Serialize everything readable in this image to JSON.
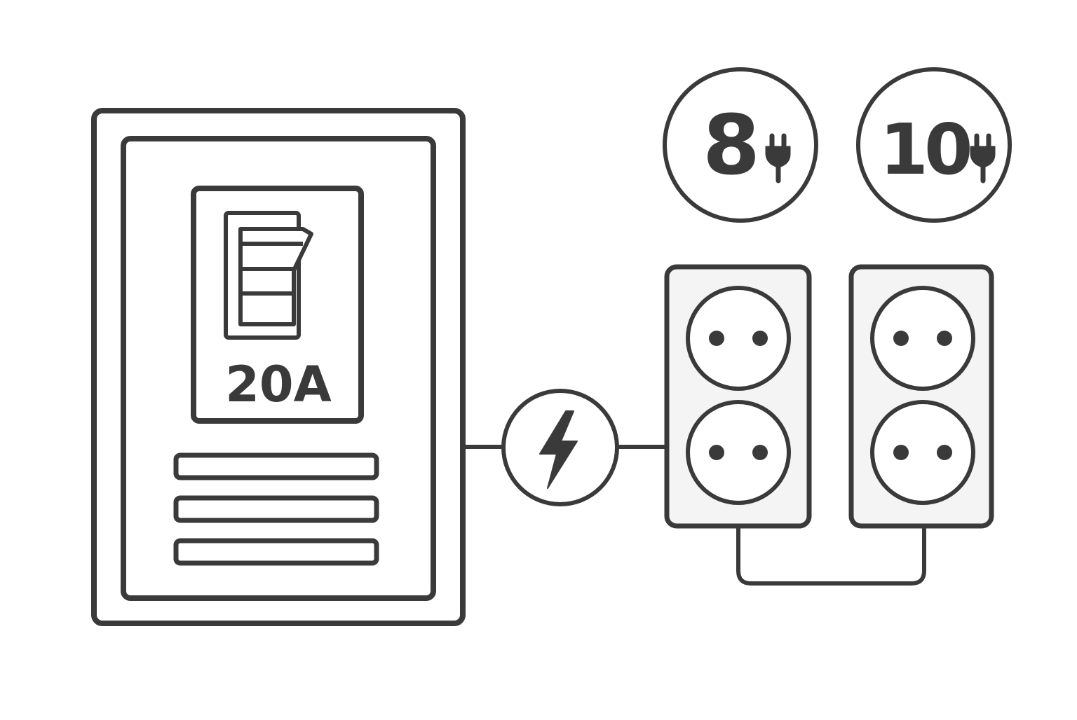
{
  "diagram": {
    "breaker_rating": "20A",
    "strip_a_count": "8",
    "strip_b_count": "10",
    "icons": {
      "panel": "electrical-panel-icon",
      "breaker": "circuit-breaker-icon",
      "power": "lightning-bolt-icon",
      "plug": "plug-icon",
      "outlet": "power-outlet-icon"
    },
    "colors": {
      "stroke": "#3a3a3a",
      "fill": "#f4f4f4",
      "background": "#ffffff"
    }
  }
}
